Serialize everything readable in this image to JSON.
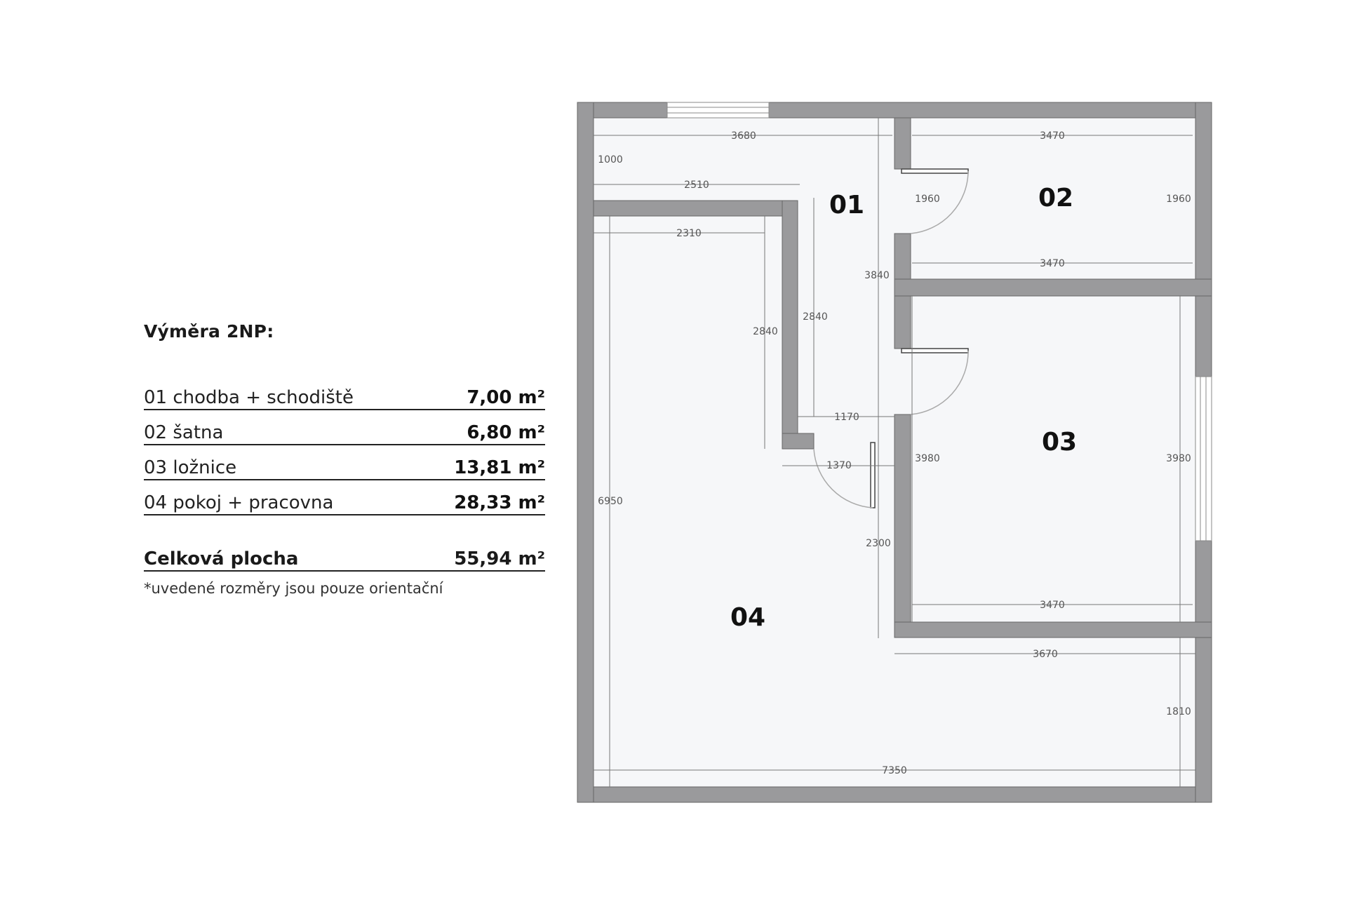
{
  "legend": {
    "heading": "Výměra 2NP:",
    "rooms": [
      {
        "name": "01 chodba + schodiště",
        "area": "7,00 m²"
      },
      {
        "name": "02 šatna",
        "area": "6,80 m²"
      },
      {
        "name": "03 ložnice",
        "area": "13,81 m²"
      },
      {
        "name": "04 pokoj + pracovna",
        "area": "28,33 m²"
      }
    ],
    "total_label": "Celková plocha",
    "total_value": "55,94 m²",
    "note": "*uvedené rozměry jsou pouze orientační"
  },
  "plan": {
    "room_labels": [
      "01",
      "02",
      "03",
      "04"
    ],
    "dimensions": {
      "d3680": "3680",
      "d1000": "1000",
      "d2510": "2510",
      "d2310": "2310",
      "d3470a": "3470",
      "d1960a": "1960",
      "d1960b": "1960",
      "d3470b": "3470",
      "d3840": "3840",
      "d2840a": "2840",
      "d2840b": "2840",
      "d1170": "1170",
      "d1370": "1370",
      "d3980a": "3980",
      "d3980b": "3980",
      "d6950": "6950",
      "d2300": "2300",
      "d3470c": "3470",
      "d3670": "3670",
      "d1810": "1810",
      "d7350": "7350"
    }
  }
}
